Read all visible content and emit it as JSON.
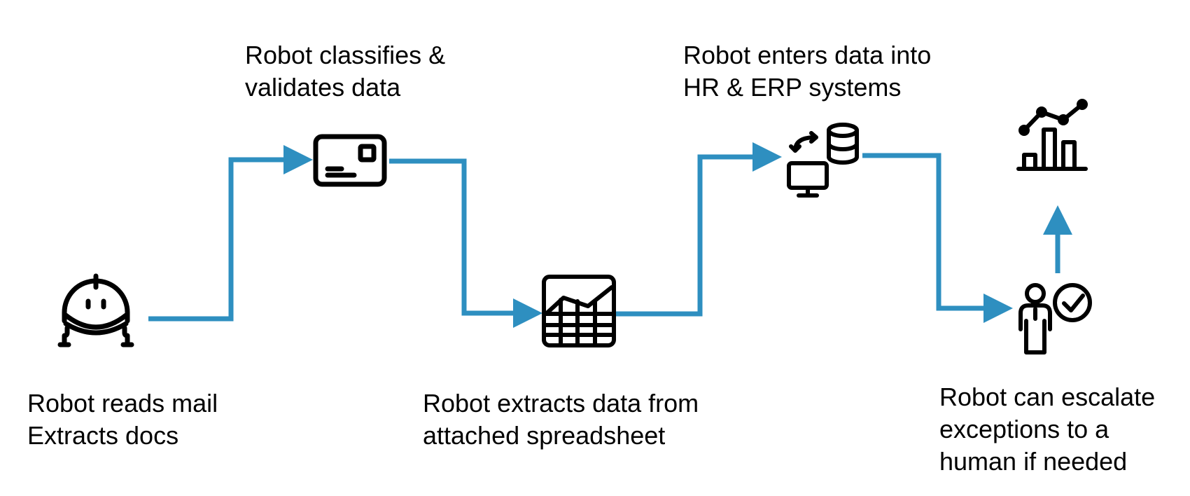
{
  "colors": {
    "connector": "#2E8FC0",
    "icon": "#000000",
    "text": "#000000",
    "background": "#ffffff"
  },
  "steps": [
    {
      "icon": "robot-icon",
      "lines": [
        "Robot reads mail",
        "Extracts docs"
      ]
    },
    {
      "icon": "card-icon",
      "lines": [
        "Robot classifies &",
        "validates data"
      ]
    },
    {
      "icon": "spreadsheet-chart-icon",
      "lines": [
        "Robot extracts data from",
        "attached spreadsheet"
      ]
    },
    {
      "icon": "computer-database-sync-icon",
      "lines": [
        "Robot enters data into",
        "HR & ERP systems"
      ]
    },
    {
      "icon": "person-check-icon",
      "lines": [
        "Robot can escalate",
        "exceptions to a",
        "human if needed"
      ]
    },
    {
      "icon": "analytics-chart-icon",
      "lines": []
    }
  ]
}
